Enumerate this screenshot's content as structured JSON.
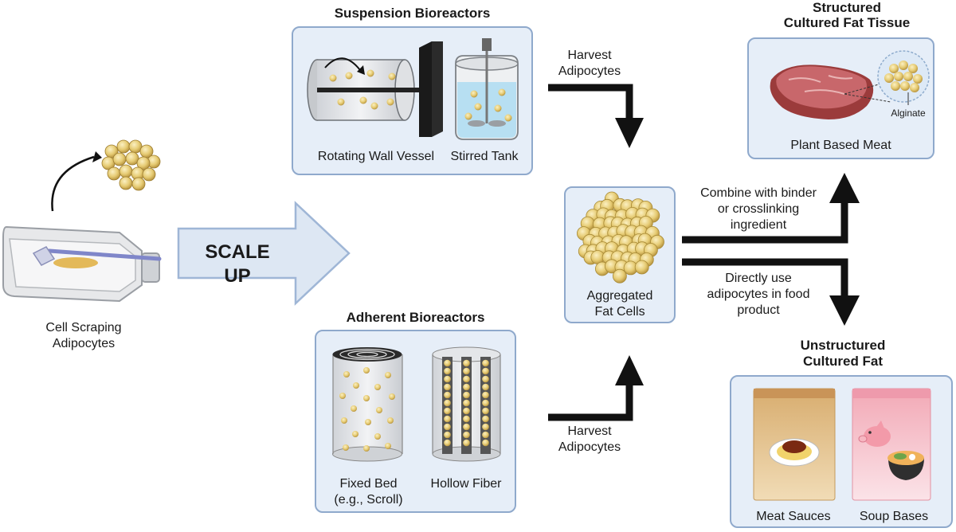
{
  "cell_scraping": {
    "label_line1": "Cell Scraping",
    "label_line2": "Adipocytes"
  },
  "scale_up": {
    "label": "SCALE UP"
  },
  "suspension": {
    "title": "Suspension Bioreactors",
    "rotating_wall_vessel": "Rotating Wall Vessel",
    "stirred_tank": "Stirred Tank"
  },
  "adherent": {
    "title": "Adherent Bioreactors",
    "fixed_bed_line1": "Fixed Bed",
    "fixed_bed_line2": "(e.g., Scroll)",
    "hollow_fiber": "Hollow Fiber"
  },
  "harvest_top": {
    "line1": "Harvest",
    "line2": "Adipocytes"
  },
  "harvest_bottom": {
    "line1": "Harvest",
    "line2": "Adipocytes"
  },
  "aggregated": {
    "line1": "Aggregated",
    "line2": "Fat Cells"
  },
  "combine": {
    "line1": "Combine with binder",
    "line2": "or crosslinking",
    "line3": "ingredient"
  },
  "directly": {
    "line1": "Directly use",
    "line2": "adipocytes in food",
    "line3": "product"
  },
  "structured": {
    "title_line1": "Structured",
    "title_line2": "Cultured Fat Tissue",
    "alginate": "Alginate",
    "plant_based_meat": "Plant Based Meat"
  },
  "unstructured": {
    "title_line1": "Unstructured",
    "title_line2": "Cultured Fat",
    "meat_sauces": "Meat Sauces",
    "soup_bases": "Soup Bases"
  },
  "colors": {
    "panel_fill": "#e6eef8",
    "panel_border": "#8fa9cc",
    "fat_cell": "#e8cf7a",
    "arrow": "#111111"
  }
}
